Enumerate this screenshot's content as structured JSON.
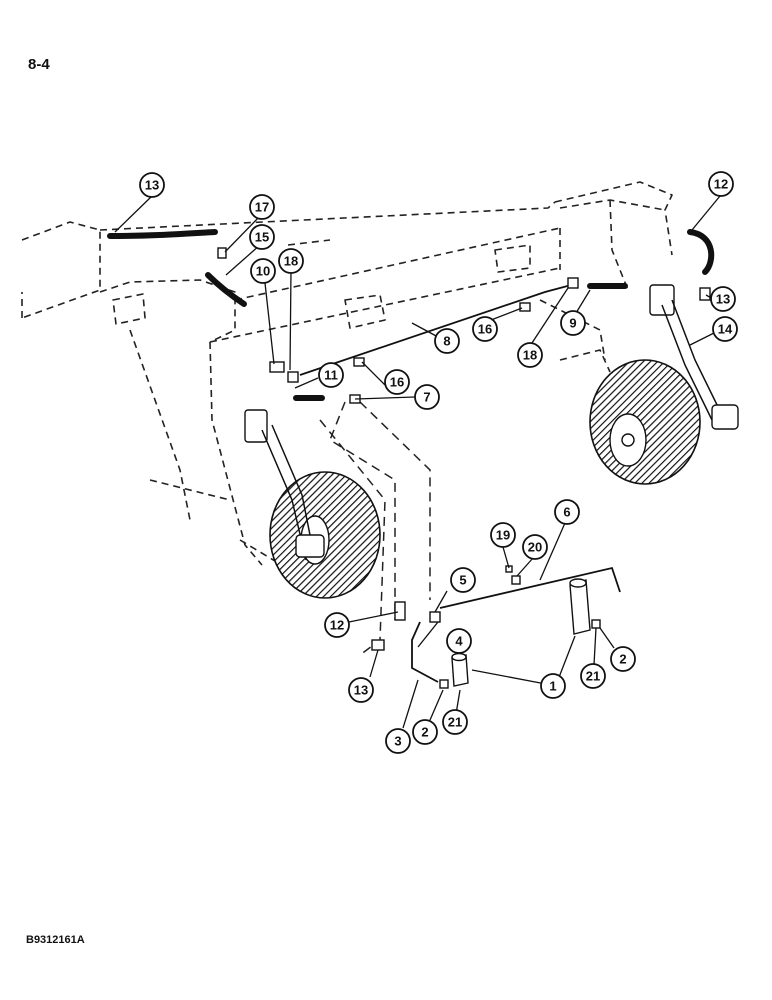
{
  "page_number": "8-4",
  "figure_code": "B9312161A",
  "callouts": [
    {
      "label": "13"
    },
    {
      "label": "17"
    },
    {
      "label": "15"
    },
    {
      "label": "10"
    },
    {
      "label": "18"
    },
    {
      "label": "11"
    },
    {
      "label": "16"
    },
    {
      "label": "7"
    },
    {
      "label": "8"
    },
    {
      "label": "16"
    },
    {
      "label": "18"
    },
    {
      "label": "9"
    },
    {
      "label": "12"
    },
    {
      "label": "13"
    },
    {
      "label": "14"
    },
    {
      "label": "6"
    },
    {
      "label": "19"
    },
    {
      "label": "20"
    },
    {
      "label": "5"
    },
    {
      "label": "12"
    },
    {
      "label": "4"
    },
    {
      "label": "13"
    },
    {
      "label": "1"
    },
    {
      "label": "21"
    },
    {
      "label": "2"
    },
    {
      "label": "3"
    },
    {
      "label": "2"
    },
    {
      "label": "21"
    }
  ]
}
